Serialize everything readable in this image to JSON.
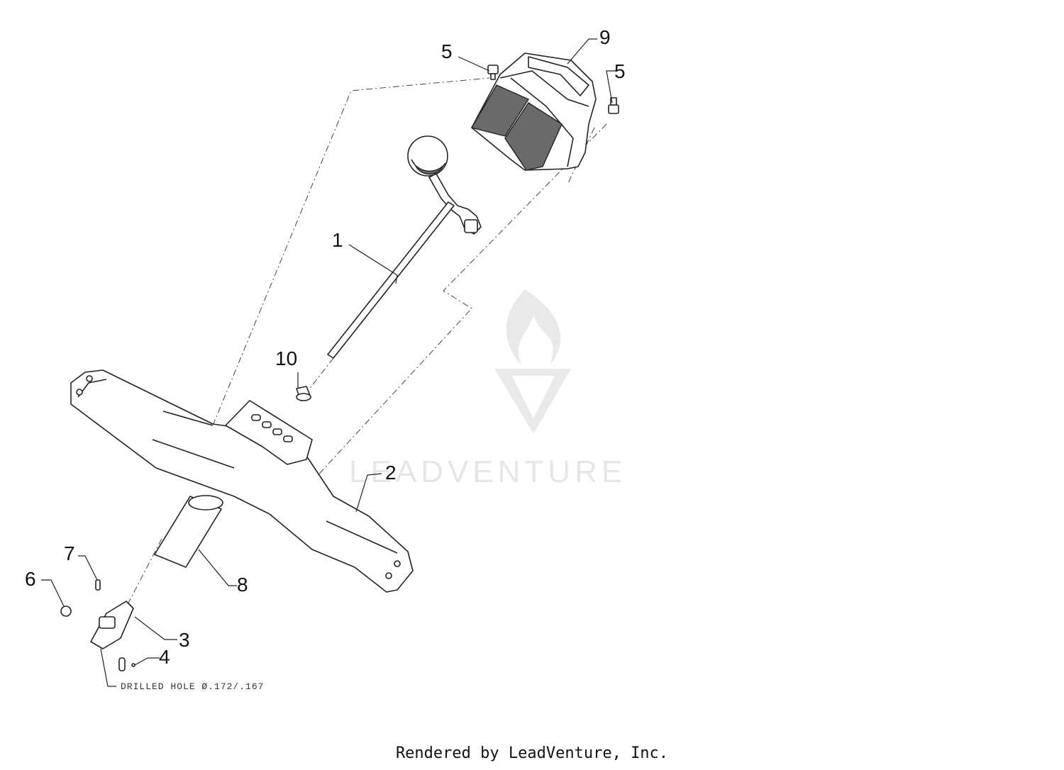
{
  "callouts": [
    "1",
    "2",
    "3",
    "4",
    "5",
    "5",
    "6",
    "7",
    "8",
    "9",
    "10"
  ],
  "note": "DRILLED HOLE Ø.172/.167",
  "watermark": "LEADVENTURE",
  "footer": "Rendered by LeadVenture, Inc."
}
